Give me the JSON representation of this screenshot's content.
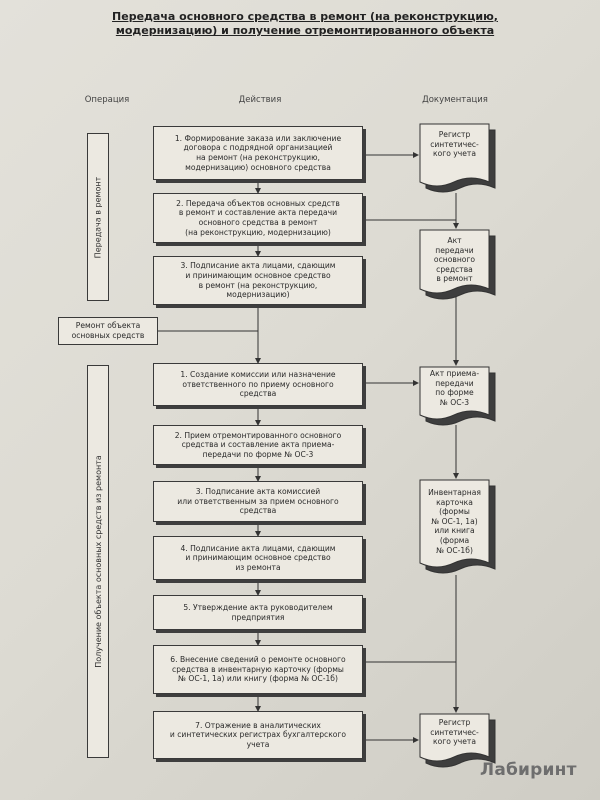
{
  "title": "Передача основного средства в ремонт (на реконструкцию,\nмодернизацию) и получение отремонтированного объекта",
  "columns": {
    "operation": "Операция",
    "actions": "Действия",
    "documents": "Документация"
  },
  "side_labels": {
    "transfer": "Передача в ремонт",
    "repair_object": "Ремонт объекта\nосновных средств",
    "receipt": "Получение объекта основных средств из ремонта"
  },
  "transfer_steps": [
    "1. Формирование заказа или заключение\nдоговора с подрядной организацией\nна ремонт (на реконструкцию,\nмодернизацию) основного средства",
    "2. Передача объектов основных средств\nв ремонт и составление акта передачи\nосновного средства в ремонт\n(на реконструкцию, модернизацию)",
    "3. Подписание акта лицами, сдающим\nи принимающим основное средство\nв ремонт (на реконструкцию,\nмодернизацию)"
  ],
  "receipt_steps": [
    "1. Создание комиссии или назначение\nответственного по приему основного\nсредства",
    "2. Прием отремонтированного основного\nсредства и составление акта приема-\nпередачи по форме № ОС-3",
    "3. Подписание акта комиссией\nили ответственным за прием основного\nсредства",
    "4. Подписание акта лицами, сдающим\nи принимающим основное средство\nиз ремонта",
    "5. Утверждение акта руководителем\nпредприятия",
    "6. Внесение сведений о ремонте основного\nсредства в инвентарную карточку (формы\n№ ОС-1, 1а) или книгу (форма № ОС-1б)",
    "7. Отражение в аналитических\nи синтетических регистрах бухгалтерского\nучета"
  ],
  "documents": [
    "Регистр\nсинтетичес-\nкого учета",
    "Акт\nпередачи\nосновного\nсредства\nв ремонт",
    "Акт приема-\nпередачи\nпо форме\n№ ОС-3",
    "Инвентарная\nкарточка\n(формы\n№ ОС-1, 1а)\nили книга\n(форма\n№ ОС-1б)",
    "Регистр\nсинтетичес-\nкого учета"
  ],
  "watermark": "Лабиринт"
}
